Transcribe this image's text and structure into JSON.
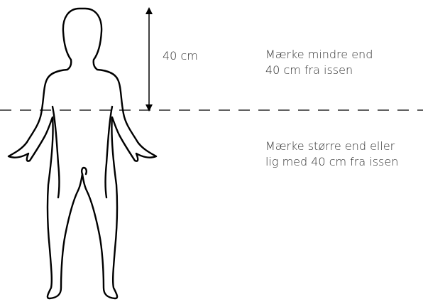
{
  "diagram": {
    "measure_label": "40 cm",
    "upper_zone": {
      "line1": "Mærke mindre end",
      "line2": "40 cm fra issen"
    },
    "lower_zone": {
      "line1": "Mærke større end eller",
      "line2": "lig med 40 cm fra issen"
    },
    "colors": {
      "stroke": "#000000",
      "text": "#333333",
      "background": "#ffffff"
    }
  }
}
